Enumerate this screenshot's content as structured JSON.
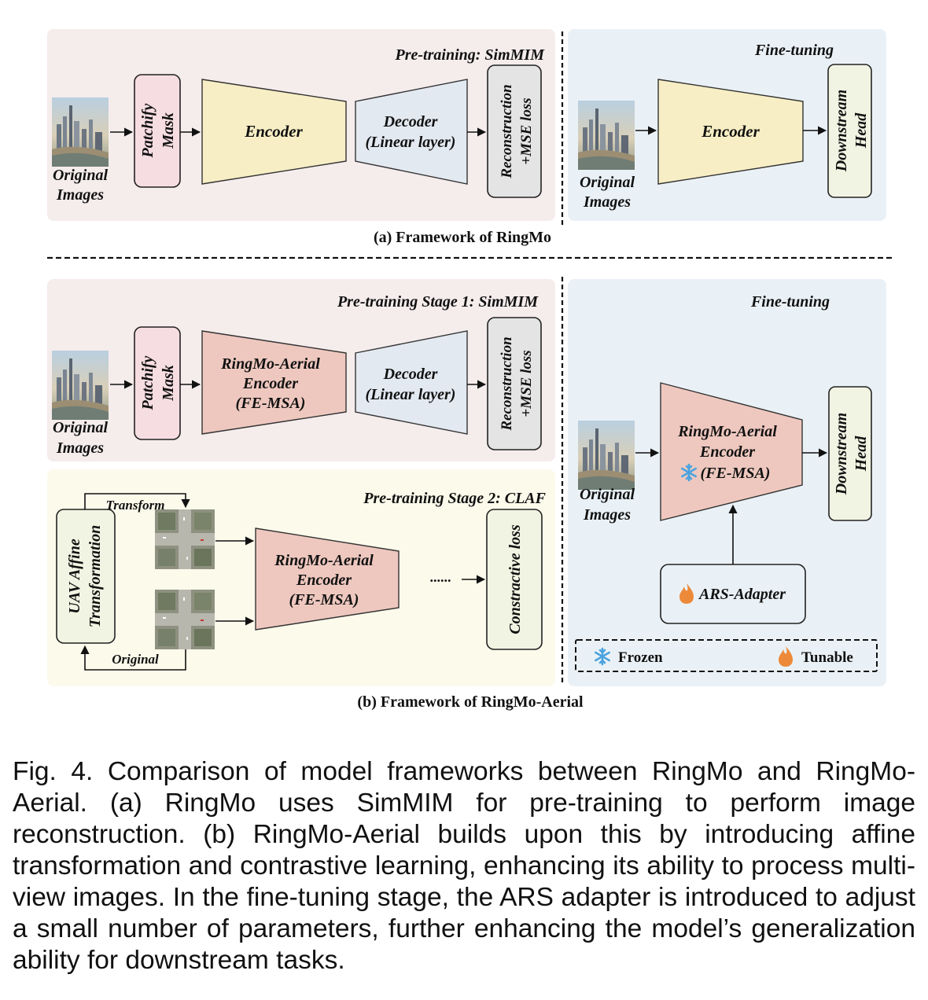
{
  "diagram": {
    "a": {
      "pretrain_title": "Pre-training: SimMIM",
      "finetune_title": "Fine-tuning",
      "original_images": [
        "Original",
        "Images"
      ],
      "patchify": [
        "Patchify",
        "Mask"
      ],
      "encoder": "Encoder",
      "decoder": [
        "Decoder",
        "(Linear layer)"
      ],
      "reconstruction": [
        "Reconstruction",
        "+MSE loss"
      ],
      "ft_encoder": "Encoder",
      "downstream": [
        "Downstream",
        "Head"
      ],
      "caption": "(a) Framework of RingMo"
    },
    "b": {
      "stage1_title": "Pre-training Stage 1: SimMIM",
      "stage2_title": "Pre-training Stage 2: CLAF",
      "finetune_title": "Fine-tuning",
      "original_images": [
        "Original",
        "Images"
      ],
      "patchify": [
        "Patchify",
        "Mask"
      ],
      "encoder": [
        "RingMo-Aerial",
        "Encoder",
        "(FE-MSA)"
      ],
      "decoder": [
        "Decoder",
        "(Linear layer)"
      ],
      "reconstruction": [
        "Reconstruction",
        "+MSE loss"
      ],
      "uav": [
        "UAV Affine",
        "Transformation"
      ],
      "transform": "Transform",
      "original": "Original",
      "claf_encoder": [
        "RingMo-Aerial",
        "Encoder",
        "(FE-MSA)"
      ],
      "dots": "......",
      "contrastive": "Constractive loss",
      "ft_encoder": [
        "RingMo-Aerial",
        "Encoder",
        "(FE-MSA)"
      ],
      "downstream": [
        "Downstream",
        "Head"
      ],
      "adapter": "ARS-Adapter",
      "frozen": "Frozen",
      "tunable": "Tunable",
      "caption": "(b) Framework of RingMo-Aerial"
    }
  },
  "caption": "Fig. 4. Comparison of model frameworks between RingMo and RingMo-Aerial. (a) RingMo uses SimMIM for pre-training to perform image reconstruction. (b) RingMo-Aerial builds upon this by introducing affine transformation and contrastive learning, enhancing its ability to process multi-view images. In the fine-tuning stage, the ARS adapter is intro­duced to adjust a small number of parameters, further enhancing the model’s generalization ability for downstream tasks.",
  "colors": {
    "pink_panel": "#f5ecec",
    "blue_panel": "#eaf1f6",
    "yellow_panel": "#fcfaeb",
    "encoder_yellow": "#f7eec5",
    "encoder_pink": "#eec8bf",
    "decoder_blue": "#e3e9f1",
    "patchify_pink": "#f6dde2",
    "recon_gray": "#e4e4e4",
    "head_green": "#f2f4e3",
    "snow": "#4aa3df",
    "flame": "#ec8a3a"
  }
}
